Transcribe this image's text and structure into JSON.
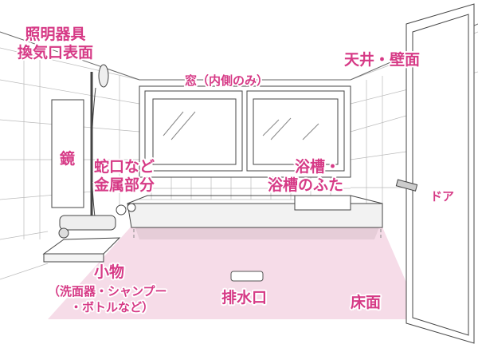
{
  "colors": {
    "label": "#d63a86",
    "floor": "#f6dce8",
    "floor_back": "#e6cdd8",
    "line": "#333333"
  },
  "labels": {
    "lighting": [
      "照明器具",
      "換気口表面"
    ],
    "window": "窓（内側のみ）",
    "ceiling_wall": "天井・壁面",
    "mirror": "鏡",
    "faucet": [
      "蛇口など",
      "金属部分"
    ],
    "bathtub": [
      "浴槽・",
      "浴槽のふた"
    ],
    "door": "ドア",
    "accessories": [
      "小物",
      "（洗面器・シャンプー",
      "・ボトルなど）"
    ],
    "drain": "排水口",
    "floor": "床面"
  }
}
